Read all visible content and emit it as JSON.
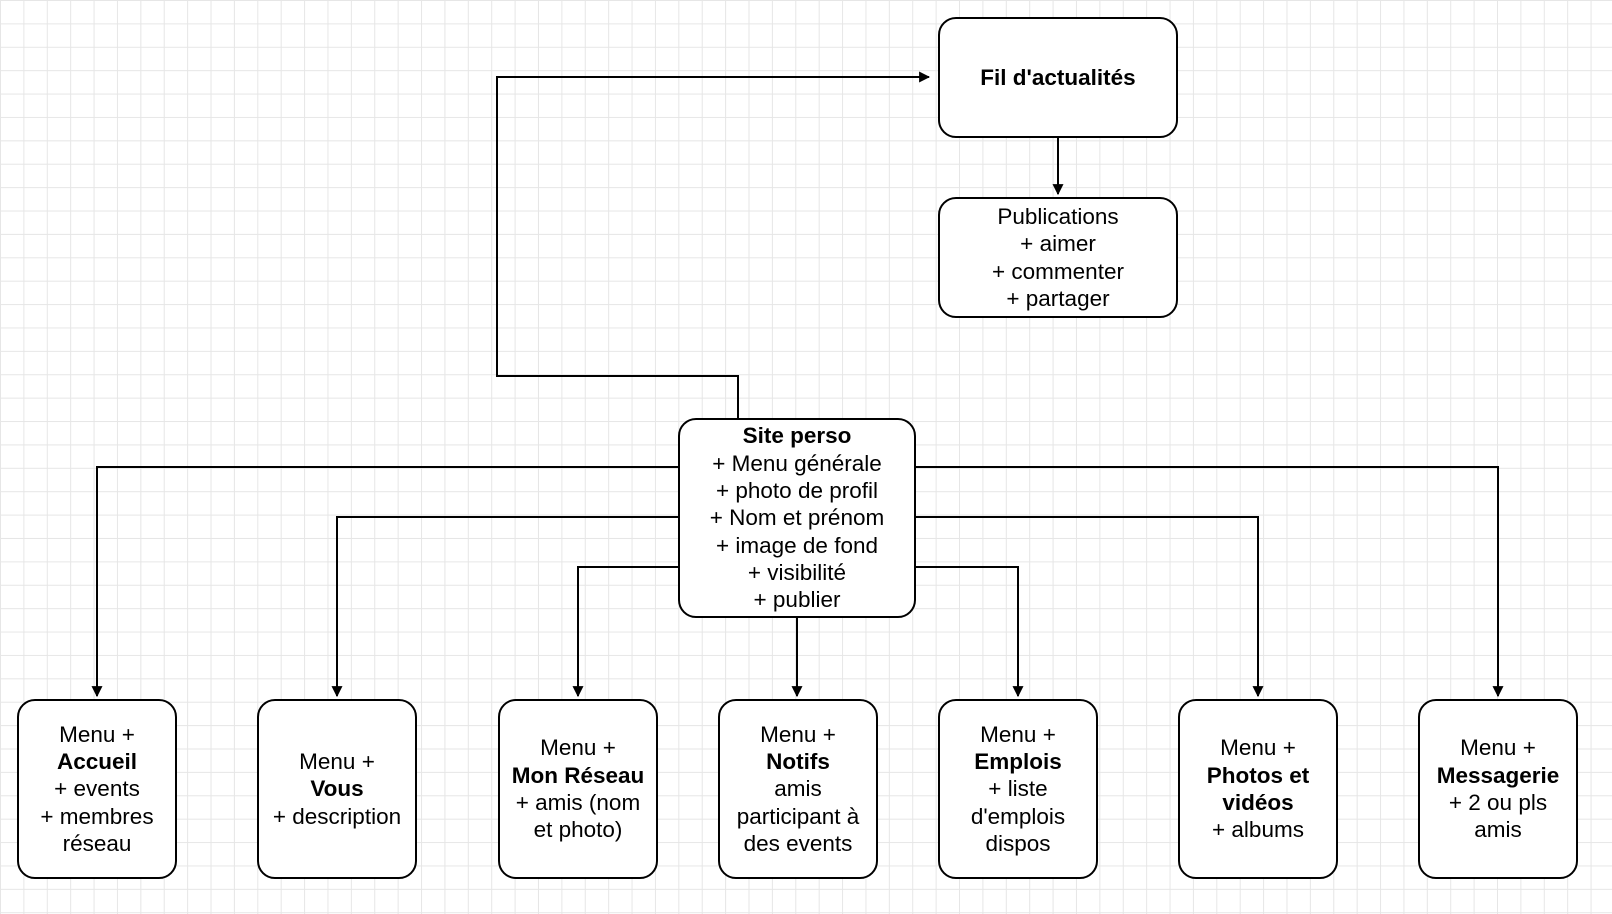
{
  "nodes": {
    "news_feed": {
      "title": "Fil d'actualités"
    },
    "publications": {
      "lines": [
        "Publications",
        "+ aimer",
        "+ commenter",
        "+ partager"
      ]
    },
    "personal_site": {
      "title": "Site perso",
      "lines": [
        "+ Menu générale",
        "+ photo de profil",
        "+ Nom et prénom",
        "+ image de fond",
        "+ visibilité",
        "+ publier"
      ]
    },
    "home": {
      "prefix": "Menu +",
      "title": "Accueil",
      "lines": [
        "+ events",
        "+ membres",
        "réseau"
      ]
    },
    "you": {
      "prefix": "Menu +",
      "title": "Vous",
      "lines": [
        "+ description"
      ]
    },
    "network": {
      "prefix": "Menu +",
      "title": "Mon Réseau",
      "lines": [
        "+ amis (nom",
        "et photo)"
      ]
    },
    "notifications": {
      "prefix": "Menu +",
      "title": "Notifs",
      "lines": [
        "amis",
        "participant à",
        "des events"
      ]
    },
    "jobs": {
      "prefix": "Menu +",
      "title": "Emplois",
      "lines": [
        "+ liste",
        "d'emplois",
        "dispos"
      ]
    },
    "photos": {
      "prefix": "Menu +",
      "title_lines": [
        "Photos et",
        "vidéos"
      ],
      "lines": [
        "+ albums"
      ]
    },
    "messaging": {
      "prefix": "Menu +",
      "title": "Messagerie",
      "lines": [
        "+ 2 ou pls",
        "amis"
      ]
    }
  },
  "edges": [
    {
      "from": "personal_site",
      "to": "news_feed"
    },
    {
      "from": "news_feed",
      "to": "publications"
    },
    {
      "from": "personal_site",
      "to": "home"
    },
    {
      "from": "personal_site",
      "to": "you"
    },
    {
      "from": "personal_site",
      "to": "network"
    },
    {
      "from": "personal_site",
      "to": "notifications"
    },
    {
      "from": "personal_site",
      "to": "jobs"
    },
    {
      "from": "personal_site",
      "to": "photos"
    },
    {
      "from": "personal_site",
      "to": "messaging"
    }
  ]
}
